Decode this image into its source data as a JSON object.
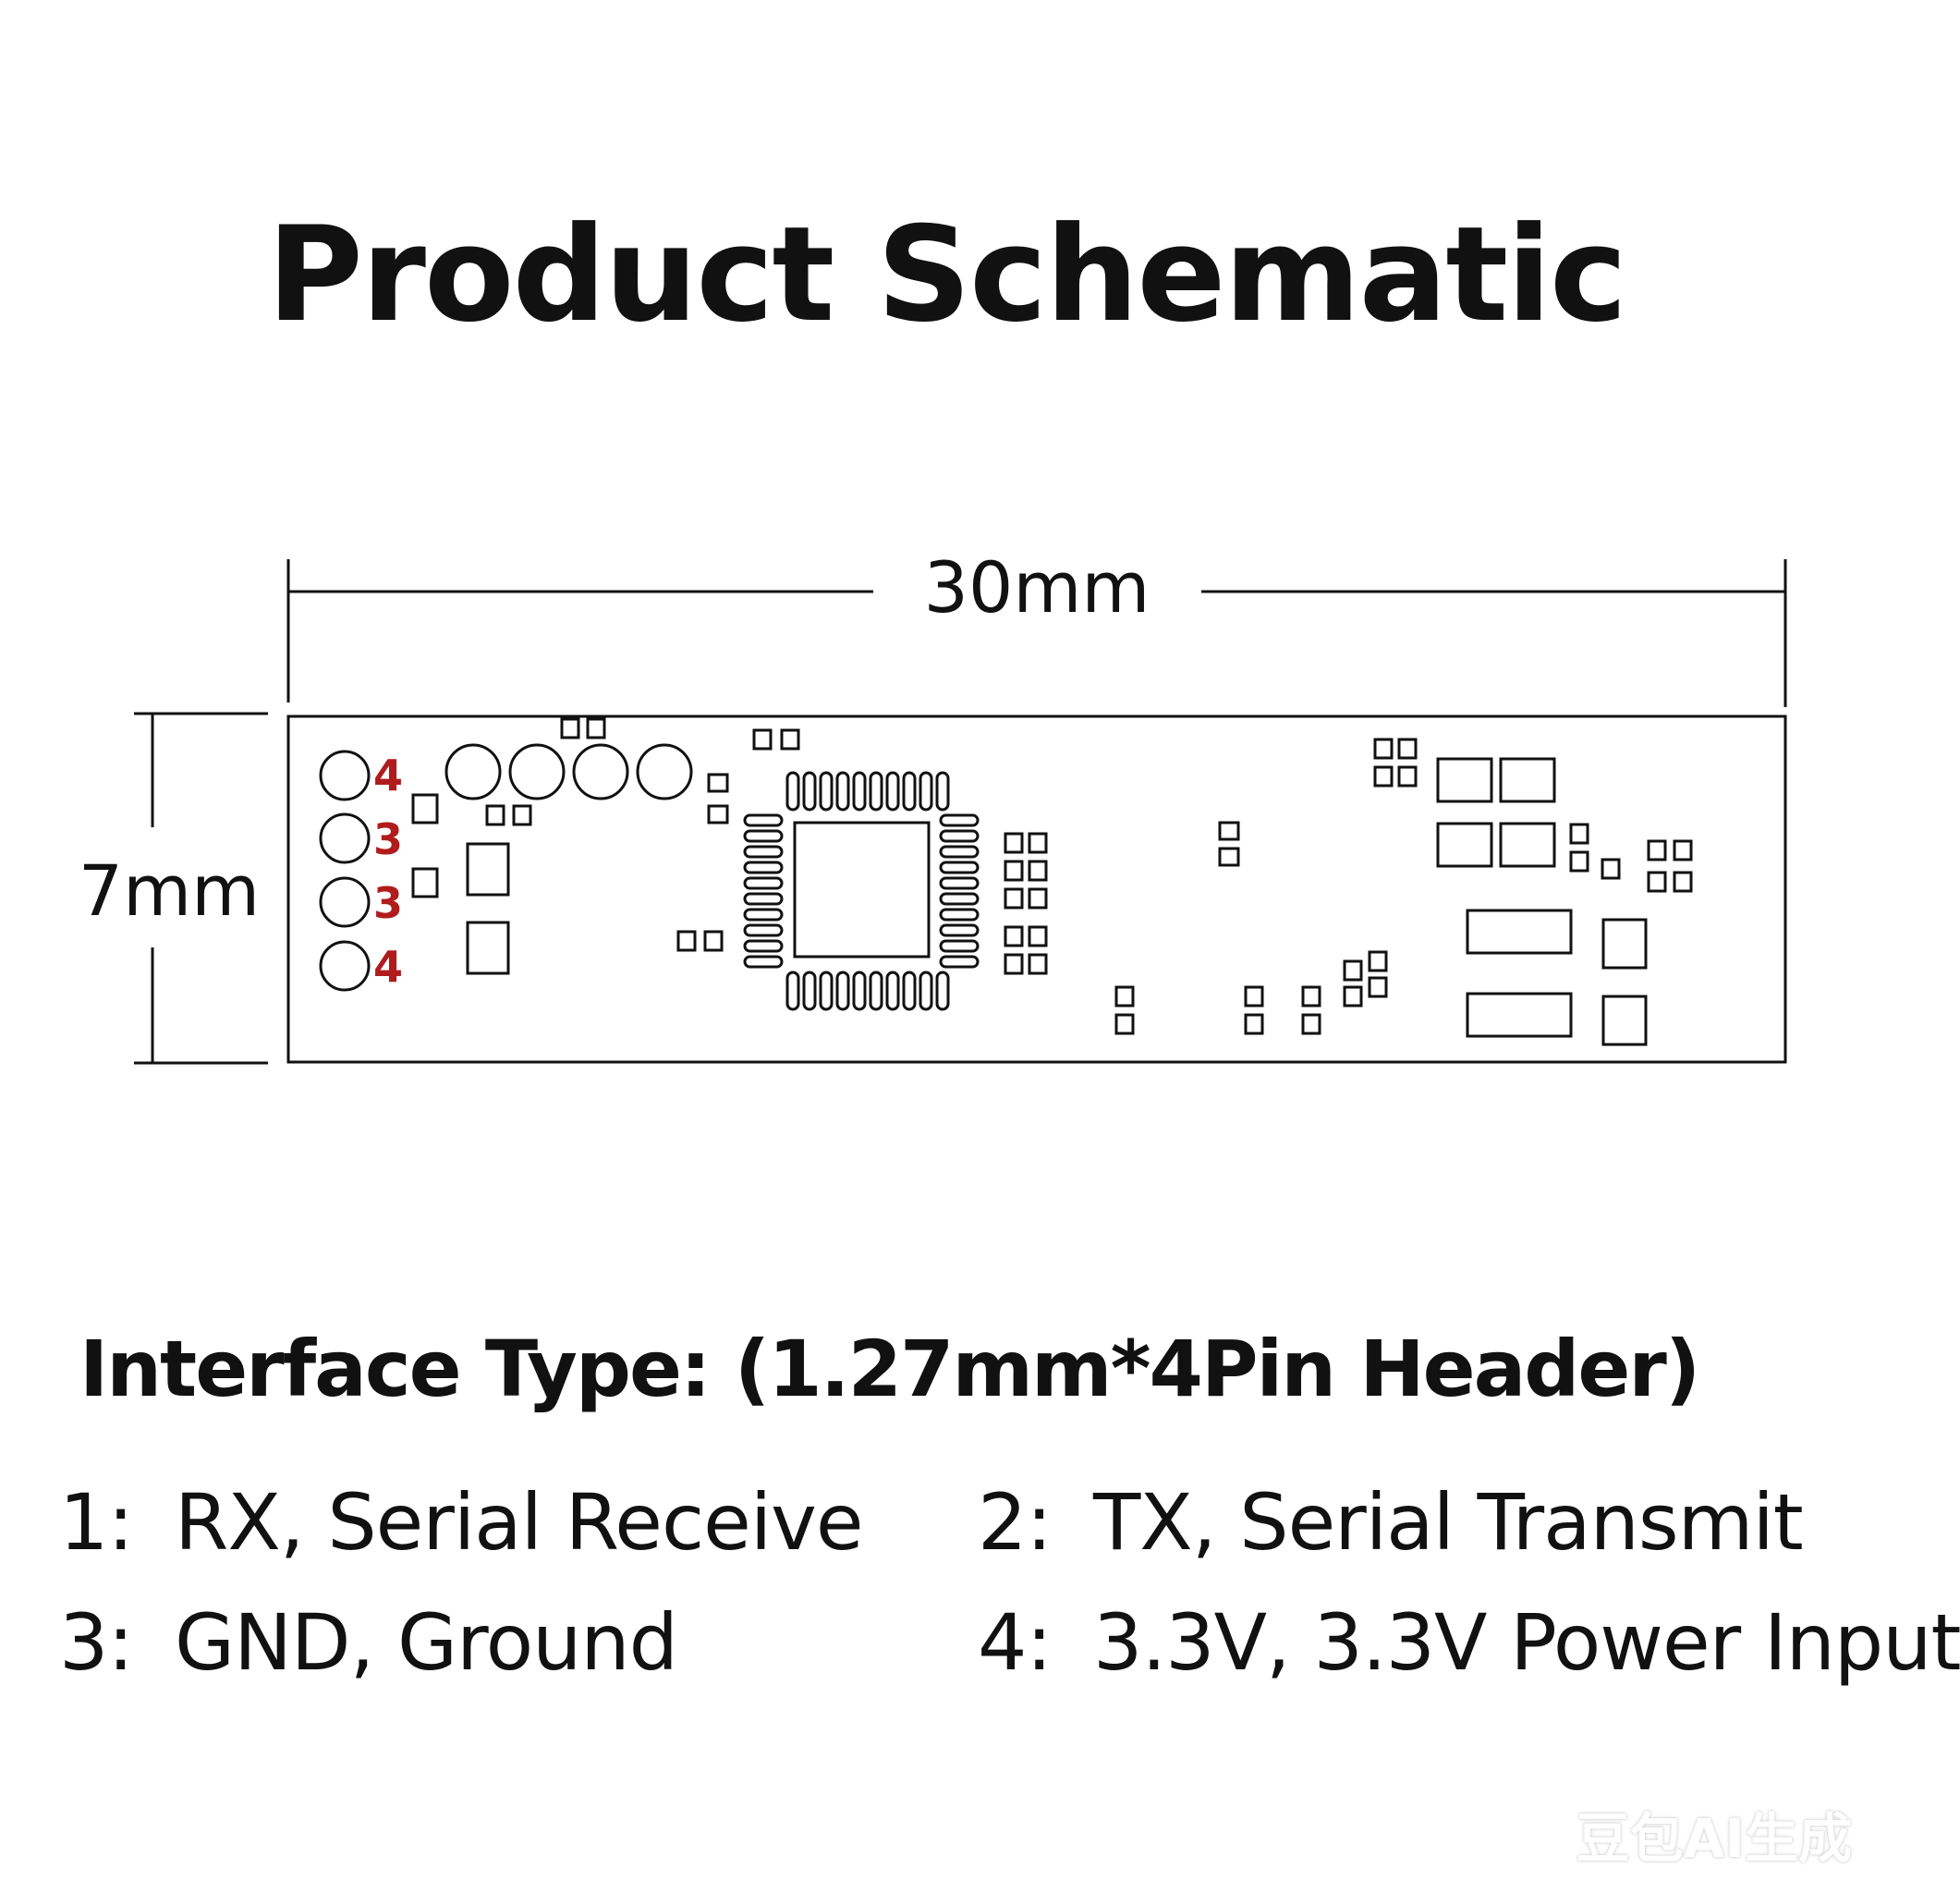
{
  "title": "Product Schematic",
  "dimensions": {
    "width": "30mm",
    "height": "7mm"
  },
  "pin_labels": [
    "4",
    "3",
    "3",
    "4"
  ],
  "colors": {
    "pin_label": "#b01c1c",
    "line": "#111111"
  },
  "interface": {
    "heading": "Interface Type: (1.27mm*4Pin Header)"
  },
  "pins": [
    {
      "num": "1:",
      "desc": "RX, Serial Receive"
    },
    {
      "num": "2:",
      "desc": "TX, Serial Transmit"
    },
    {
      "num": "3:",
      "desc": "GND, Ground"
    },
    {
      "num": "4:",
      "desc": "3.3V, 3.3V Power Input"
    }
  ],
  "watermark": "豆包AI生成"
}
